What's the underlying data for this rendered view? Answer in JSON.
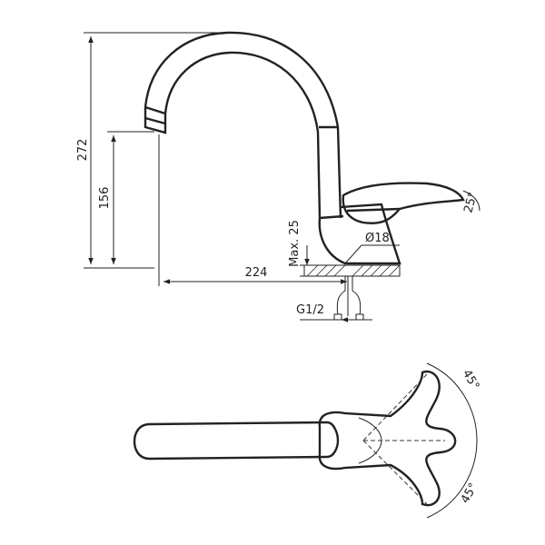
{
  "dimensions": {
    "height_total": "272",
    "height_spout": "156",
    "reach": "224",
    "max_deck": "Max. 25",
    "hole_diameter": "Ø18",
    "thread": "G1/2",
    "handle_tilt": "25°",
    "rotation_top": "45°",
    "rotation_bottom": "45°"
  }
}
